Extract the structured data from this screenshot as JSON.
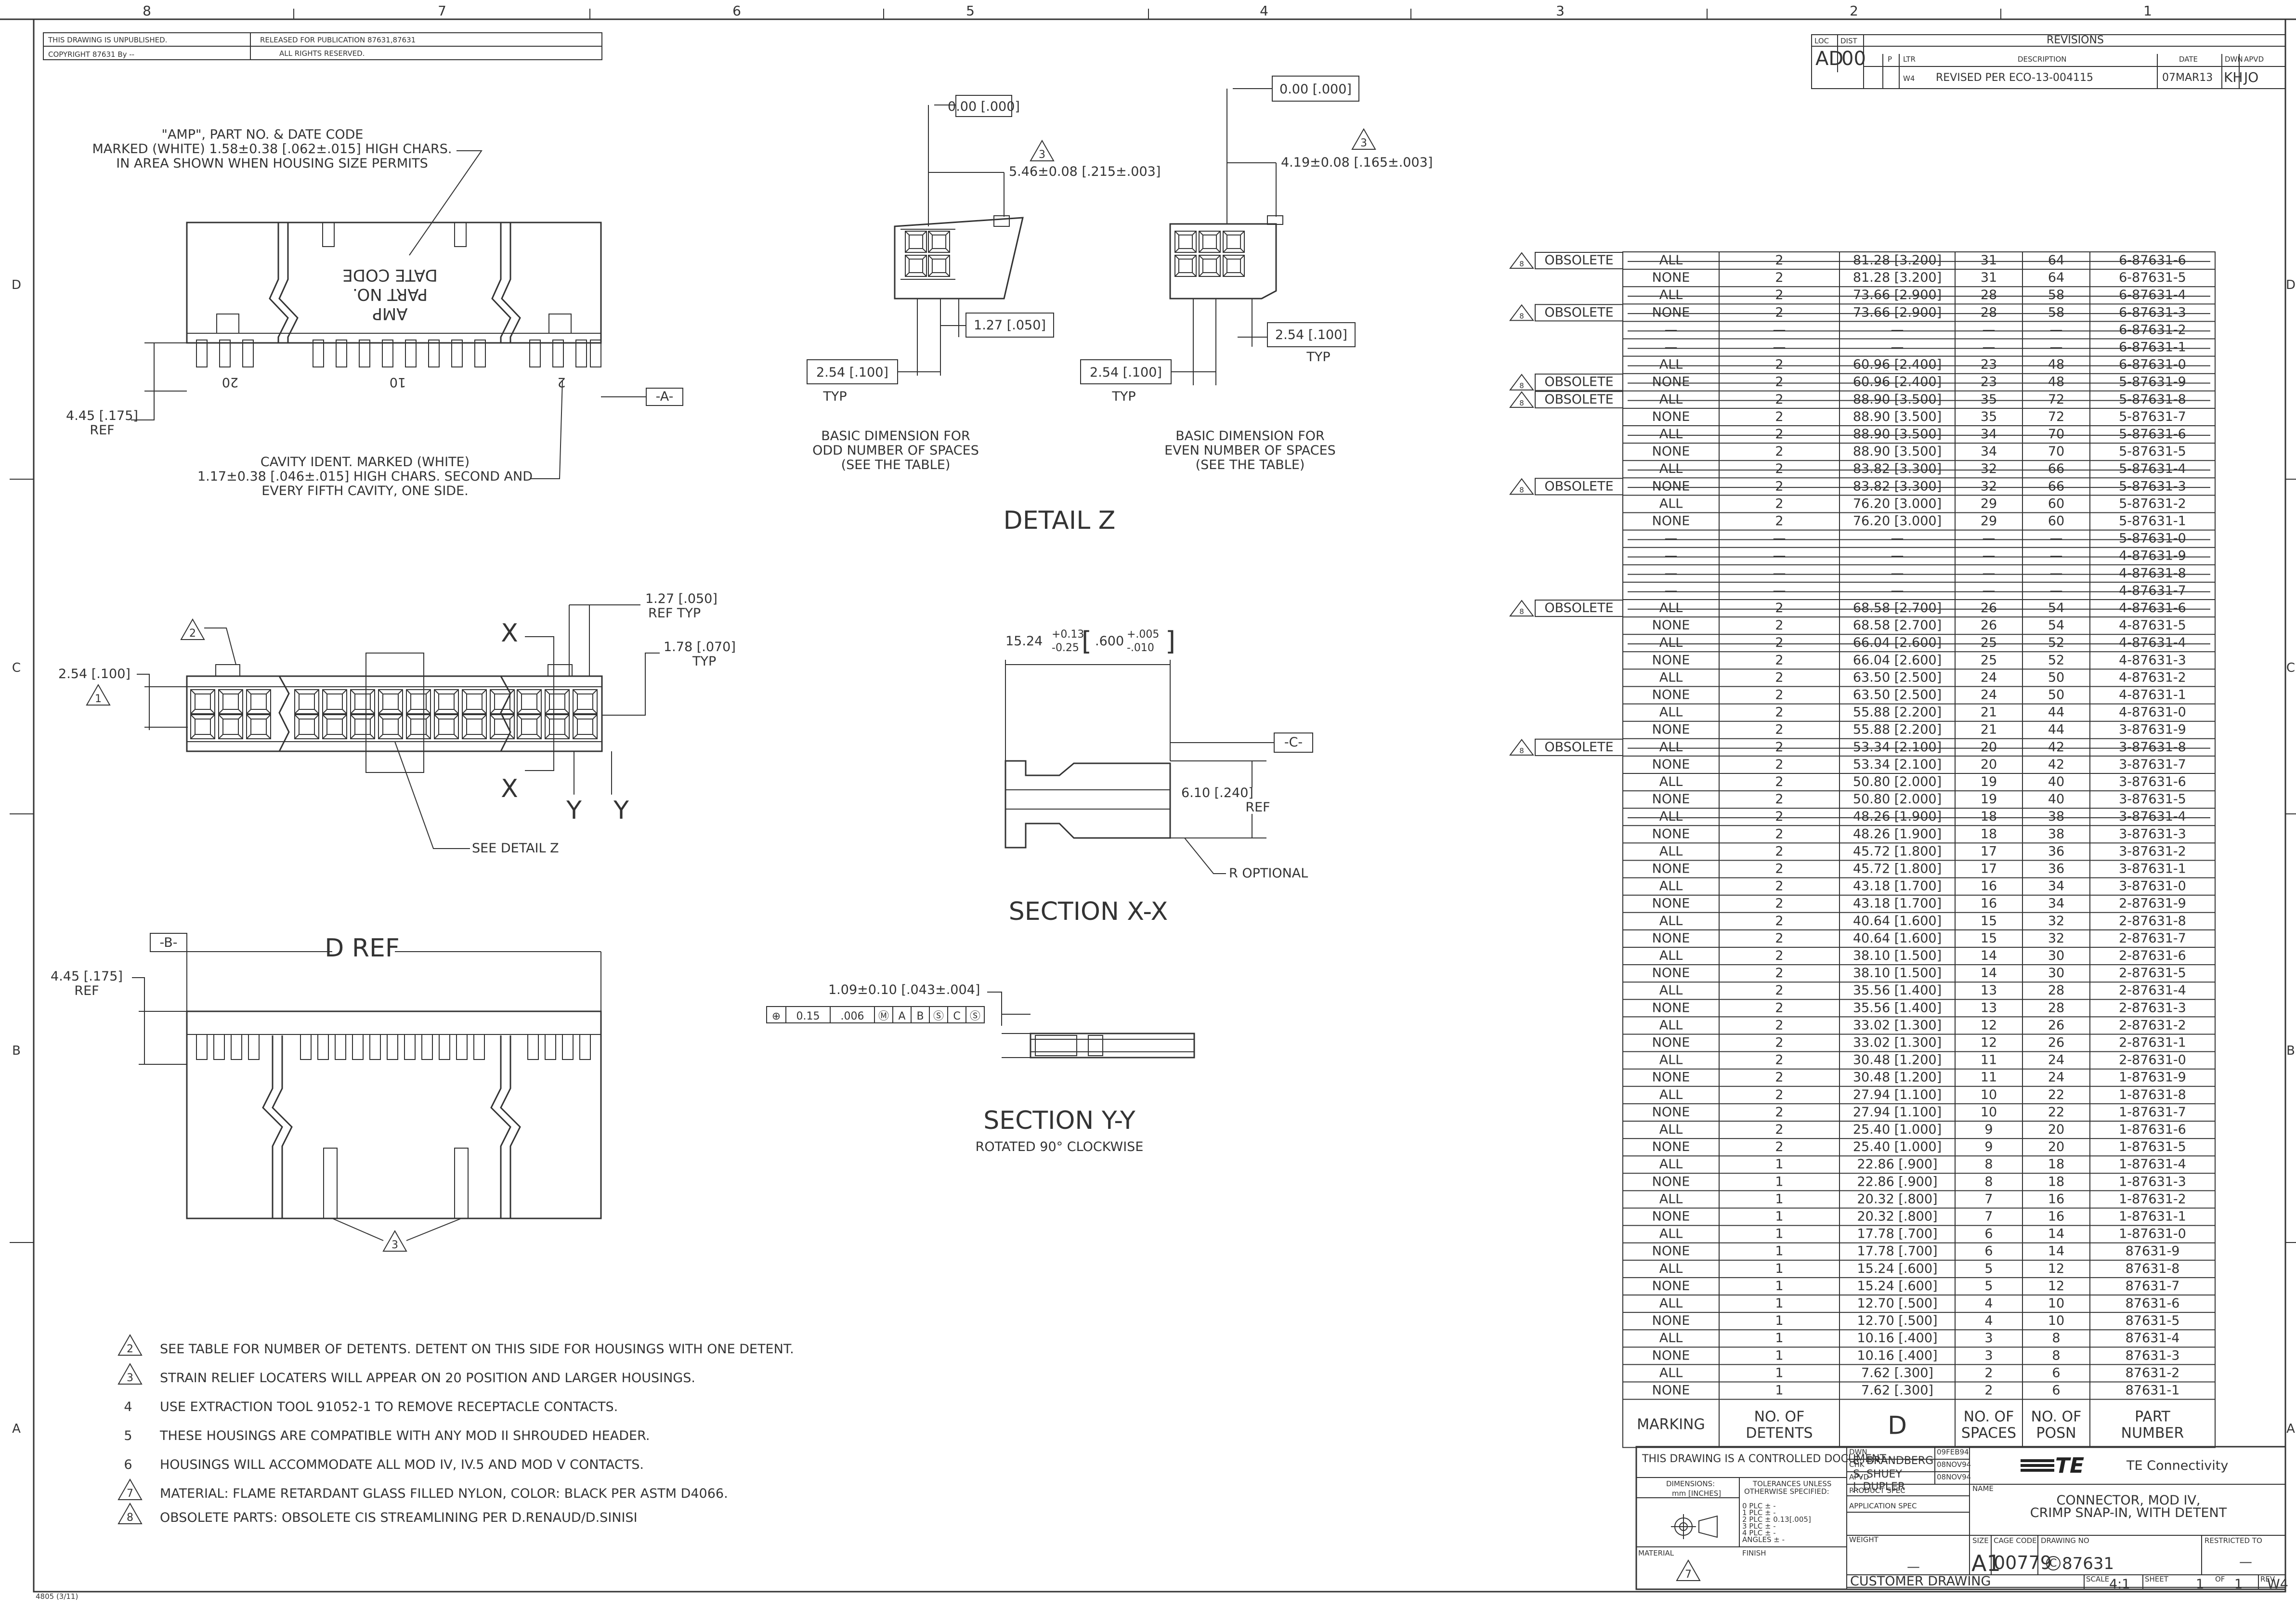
{
  "border": {
    "top_zones": [
      "8",
      "7",
      "6",
      "5",
      "4",
      "3",
      "2",
      "1"
    ],
    "side_zones": [
      "D",
      "C",
      "B",
      "A"
    ]
  },
  "header": {
    "unpublished": "THIS DRAWING IS UNPUBLISHED.",
    "copyright": "COPYRIGHT 87631 By --",
    "released": "RELEASED FOR PUBLICATION 87631,87631",
    "rights": "ALL RIGHTS RESERVED."
  },
  "revisions": {
    "title": "REVISIONS",
    "loc_label": "LOC",
    "dist_label": "DIST",
    "loc": "AD",
    "dist": "00",
    "col_p": "P",
    "col_ltr": "LTR",
    "col_desc": "DESCRIPTION",
    "col_date": "DATE",
    "col_dwn": "DWN",
    "col_apvd": "APVD",
    "ltr": "W4",
    "desc": "REVISED PER ECO-13-004115",
    "date": "07MAR13",
    "dwn": "KH",
    "apvd": "JO"
  },
  "top_view": {
    "note": [
      "\"AMP\", PART NO. & DATE CODE",
      "MARKED (WHITE) 1.58±0.38 [.062±.015] HIGH CHARS.",
      "IN AREA SHOWN WHEN HOUSING SIZE PERMITS"
    ],
    "marking": [
      "AMP",
      "PART NO.",
      "DATE CODE"
    ],
    "cavity_nums": [
      "20",
      "10",
      "2"
    ],
    "datum_a": "-A-",
    "height_dim": [
      "4.45 [.175]",
      "REF"
    ],
    "cavity_note": [
      "CAVITY IDENT. MARKED (WHITE)",
      "1.17±0.38 [.046±.015] HIGH CHARS. SECOND AND",
      "EVERY FIFTH CAVITY, ONE SIDE."
    ]
  },
  "detail_z": {
    "odd_flat": "0.00 [.000]",
    "odd_dim": "5.46±0.08 [.215±.003]",
    "odd_width": "1.27 [.050]",
    "odd_pitch": "2.54 [.100]",
    "odd_typ": "TYP",
    "even_flat": "0.00 [.000]",
    "even_dim": "4.19±0.08 [.165±.003]",
    "even_pitch2": "2.54 [.100]",
    "even_typ2": "TYP",
    "even_pitch": "2.54 [.100]",
    "even_typ": "TYP",
    "flag3": "3",
    "odd_caption": [
      "BASIC DIMENSION FOR",
      "ODD NUMBER OF SPACES",
      "(SEE THE TABLE)"
    ],
    "even_caption": [
      "BASIC DIMENSION FOR",
      "EVEN NUMBER OF SPACES",
      "(SEE THE TABLE)"
    ],
    "title": "DETAIL Z"
  },
  "front_view": {
    "flag2": "2",
    "flag1": "1",
    "pitch": "2.54 [.100]",
    "dim1": [
      "1.27 [.050]",
      "REF TYP"
    ],
    "dim2": [
      "1.78 [.070]",
      "TYP"
    ],
    "x": "X",
    "y": "Y",
    "see_detail": "SEE DETAIL Z"
  },
  "section_xx": {
    "width_main": "15.24",
    "tol_up": "+0.13",
    "tol_dn": "-0.25",
    "inch_main": ".600",
    "inch_up": "+.005",
    "inch_dn": "-.010",
    "datum_c": "-C-",
    "height": [
      "6.10 [.240]",
      "REF"
    ],
    "r_note": "R OPTIONAL",
    "title": "SECTION X-X"
  },
  "section_yy": {
    "dim": "1.09±0.10 [.043±.004]",
    "fcf": [
      "⊕",
      "0.15",
      ".006",
      "Ⓜ",
      "A",
      "B",
      "Ⓢ",
      "C",
      "Ⓢ"
    ],
    "title": "SECTION Y-Y",
    "subtitle": "ROTATED 90° CLOCKWISE"
  },
  "side_view": {
    "datum_b": "-B-",
    "d_ref": "D REF",
    "height": [
      "4.45 [.175]",
      "REF"
    ],
    "flag3": "3"
  },
  "notes": [
    {
      "num": "2",
      "flag": true,
      "text": "SEE TABLE FOR NUMBER OF DETENTS. DETENT ON THIS SIDE FOR HOUSINGS WITH ONE DETENT."
    },
    {
      "num": "3",
      "flag": true,
      "text": "STRAIN RELIEF LOCATERS WILL APPEAR ON 20 POSITION AND LARGER HOUSINGS."
    },
    {
      "num": "4",
      "flag": false,
      "text": "USE EXTRACTION TOOL 91052-1 TO REMOVE RECEPTACLE CONTACTS."
    },
    {
      "num": "5",
      "flag": false,
      "text": "THESE HOUSINGS ARE COMPATIBLE WITH ANY MOD II SHROUDED HEADER."
    },
    {
      "num": "6",
      "flag": false,
      "text": "HOUSINGS WILL ACCOMMODATE ALL MOD IV, IV.5 AND MOD V CONTACTS."
    },
    {
      "num": "7",
      "flag": true,
      "text": "MATERIAL: FLAME RETARDANT GLASS FILLED NYLON, COLOR: BLACK PER ASTM D4066."
    },
    {
      "num": "8",
      "flag": true,
      "text": "OBSOLETE PARTS: OBSOLETE CIS STREAMLINING PER D.RENAUD/D.SINISI"
    }
  ],
  "table": {
    "obsolete_label": "OBSOLETE",
    "obsolete_flag": "8",
    "headers": {
      "marking": "MARKING",
      "detents": [
        "NO. OF",
        "DETENTS"
      ],
      "d": "D",
      "spaces": [
        "NO. OF",
        "SPACES"
      ],
      "posn": [
        "NO. OF",
        "POSN"
      ],
      "part": [
        "PART",
        "NUMBER"
      ]
    },
    "rows": [
      {
        "o": true,
        "st": true,
        "m": "ALL",
        "d": "2",
        "dim": "81.28 [3.200]",
        "s": "31",
        "p": "64",
        "pn": "6-87631-6"
      },
      {
        "o": false,
        "st": false,
        "m": "NONE",
        "d": "2",
        "dim": "81.28 [3.200]",
        "s": "31",
        "p": "64",
        "pn": "6-87631-5"
      },
      {
        "o": false,
        "st": true,
        "m": "ALL",
        "d": "2",
        "dim": "73.66 [2.900]",
        "s": "28",
        "p": "58",
        "pn": "6-87631-4"
      },
      {
        "o": true,
        "st": true,
        "m": "NONE",
        "d": "2",
        "dim": "73.66 [2.900]",
        "s": "28",
        "p": "58",
        "pn": "6-87631-3"
      },
      {
        "o": false,
        "st": true,
        "m": "—",
        "d": "—",
        "dim": "—",
        "s": "—",
        "p": "—",
        "pn": "6-87631-2"
      },
      {
        "o": false,
        "st": true,
        "m": "—",
        "d": "—",
        "dim": "—",
        "s": "—",
        "p": "—",
        "pn": "6-87631-1"
      },
      {
        "o": false,
        "st": true,
        "m": "ALL",
        "d": "2",
        "dim": "60.96 [2.400]",
        "s": "23",
        "p": "48",
        "pn": "6-87631-0"
      },
      {
        "o": true,
        "st": true,
        "m": "NONE",
        "d": "2",
        "dim": "60.96 [2.400]",
        "s": "23",
        "p": "48",
        "pn": "5-87631-9"
      },
      {
        "o": true,
        "st": true,
        "m": "ALL",
        "d": "2",
        "dim": "88.90 [3.500]",
        "s": "35",
        "p": "72",
        "pn": "5-87631-8"
      },
      {
        "o": false,
        "st": false,
        "m": "NONE",
        "d": "2",
        "dim": "88.90 [3.500]",
        "s": "35",
        "p": "72",
        "pn": "5-87631-7"
      },
      {
        "o": false,
        "st": true,
        "m": "ALL",
        "d": "2",
        "dim": "88.90 [3.500]",
        "s": "34",
        "p": "70",
        "pn": "5-87631-6"
      },
      {
        "o": false,
        "st": false,
        "m": "NONE",
        "d": "2",
        "dim": "88.90 [3.500]",
        "s": "34",
        "p": "70",
        "pn": "5-87631-5"
      },
      {
        "o": false,
        "st": true,
        "m": "ALL",
        "d": "2",
        "dim": "83.82 [3.300]",
        "s": "32",
        "p": "66",
        "pn": "5-87631-4"
      },
      {
        "o": true,
        "st": true,
        "m": "NONE",
        "d": "2",
        "dim": "83.82 [3.300]",
        "s": "32",
        "p": "66",
        "pn": "5-87631-3"
      },
      {
        "o": false,
        "st": false,
        "m": "ALL",
        "d": "2",
        "dim": "76.20 [3.000]",
        "s": "29",
        "p": "60",
        "pn": "5-87631-2"
      },
      {
        "o": false,
        "st": false,
        "m": "NONE",
        "d": "2",
        "dim": "76.20 [3.000]",
        "s": "29",
        "p": "60",
        "pn": "5-87631-1"
      },
      {
        "o": false,
        "st": true,
        "m": "—",
        "d": "—",
        "dim": "—",
        "s": "—",
        "p": "—",
        "pn": "5-87631-0"
      },
      {
        "o": false,
        "st": true,
        "m": "—",
        "d": "—",
        "dim": "—",
        "s": "—",
        "p": "—",
        "pn": "4-87631-9"
      },
      {
        "o": false,
        "st": true,
        "m": "—",
        "d": "—",
        "dim": "—",
        "s": "—",
        "p": "—",
        "pn": "4-87631-8"
      },
      {
        "o": false,
        "st": true,
        "m": "—",
        "d": "—",
        "dim": "—",
        "s": "—",
        "p": "—",
        "pn": "4-87631-7"
      },
      {
        "o": true,
        "st": true,
        "m": "ALL",
        "d": "2",
        "dim": "68.58 [2.700]",
        "s": "26",
        "p": "54",
        "pn": "4-87631-6"
      },
      {
        "o": false,
        "st": false,
        "m": "NONE",
        "d": "2",
        "dim": "68.58 [2.700]",
        "s": "26",
        "p": "54",
        "pn": "4-87631-5"
      },
      {
        "o": false,
        "st": true,
        "m": "ALL",
        "d": "2",
        "dim": "66.04 [2.600]",
        "s": "25",
        "p": "52",
        "pn": "4-87631-4"
      },
      {
        "o": false,
        "st": false,
        "m": "NONE",
        "d": "2",
        "dim": "66.04 [2.600]",
        "s": "25",
        "p": "52",
        "pn": "4-87631-3"
      },
      {
        "o": false,
        "st": false,
        "m": "ALL",
        "d": "2",
        "dim": "63.50 [2.500]",
        "s": "24",
        "p": "50",
        "pn": "4-87631-2"
      },
      {
        "o": false,
        "st": false,
        "m": "NONE",
        "d": "2",
        "dim": "63.50 [2.500]",
        "s": "24",
        "p": "50",
        "pn": "4-87631-1"
      },
      {
        "o": false,
        "st": false,
        "m": "ALL",
        "d": "2",
        "dim": "55.88 [2.200]",
        "s": "21",
        "p": "44",
        "pn": "4-87631-0"
      },
      {
        "o": false,
        "st": false,
        "m": "NONE",
        "d": "2",
        "dim": "55.88 [2.200]",
        "s": "21",
        "p": "44",
        "pn": "3-87631-9"
      },
      {
        "o": true,
        "st": true,
        "m": "ALL",
        "d": "2",
        "dim": "53.34 [2.100]",
        "s": "20",
        "p": "42",
        "pn": "3-87631-8"
      },
      {
        "o": false,
        "st": false,
        "m": "NONE",
        "d": "2",
        "dim": "53.34 [2.100]",
        "s": "20",
        "p": "42",
        "pn": "3-87631-7"
      },
      {
        "o": false,
        "st": false,
        "m": "ALL",
        "d": "2",
        "dim": "50.80 [2.000]",
        "s": "19",
        "p": "40",
        "pn": "3-87631-6"
      },
      {
        "o": false,
        "st": false,
        "m": "NONE",
        "d": "2",
        "dim": "50.80 [2.000]",
        "s": "19",
        "p": "40",
        "pn": "3-87631-5"
      },
      {
        "o": false,
        "st": true,
        "m": "ALL",
        "d": "2",
        "dim": "48.26 [1.900]",
        "s": "18",
        "p": "38",
        "pn": "3-87631-4"
      },
      {
        "o": false,
        "st": false,
        "m": "NONE",
        "d": "2",
        "dim": "48.26 [1.900]",
        "s": "18",
        "p": "38",
        "pn": "3-87631-3"
      },
      {
        "o": false,
        "st": false,
        "m": "ALL",
        "d": "2",
        "dim": "45.72 [1.800]",
        "s": "17",
        "p": "36",
        "pn": "3-87631-2"
      },
      {
        "o": false,
        "st": false,
        "m": "NONE",
        "d": "2",
        "dim": "45.72 [1.800]",
        "s": "17",
        "p": "36",
        "pn": "3-87631-1"
      },
      {
        "o": false,
        "st": false,
        "m": "ALL",
        "d": "2",
        "dim": "43.18 [1.700]",
        "s": "16",
        "p": "34",
        "pn": "3-87631-0"
      },
      {
        "o": false,
        "st": false,
        "m": "NONE",
        "d": "2",
        "dim": "43.18 [1.700]",
        "s": "16",
        "p": "34",
        "pn": "2-87631-9"
      },
      {
        "o": false,
        "st": false,
        "m": "ALL",
        "d": "2",
        "dim": "40.64 [1.600]",
        "s": "15",
        "p": "32",
        "pn": "2-87631-8"
      },
      {
        "o": false,
        "st": false,
        "m": "NONE",
        "d": "2",
        "dim": "40.64 [1.600]",
        "s": "15",
        "p": "32",
        "pn": "2-87631-7"
      },
      {
        "o": false,
        "st": false,
        "m": "ALL",
        "d": "2",
        "dim": "38.10 [1.500]",
        "s": "14",
        "p": "30",
        "pn": "2-87631-6"
      },
      {
        "o": false,
        "st": false,
        "m": "NONE",
        "d": "2",
        "dim": "38.10 [1.500]",
        "s": "14",
        "p": "30",
        "pn": "2-87631-5"
      },
      {
        "o": false,
        "st": false,
        "m": "ALL",
        "d": "2",
        "dim": "35.56 [1.400]",
        "s": "13",
        "p": "28",
        "pn": "2-87631-4"
      },
      {
        "o": false,
        "st": false,
        "m": "NONE",
        "d": "2",
        "dim": "35.56 [1.400]",
        "s": "13",
        "p": "28",
        "pn": "2-87631-3"
      },
      {
        "o": false,
        "st": false,
        "m": "ALL",
        "d": "2",
        "dim": "33.02 [1.300]",
        "s": "12",
        "p": "26",
        "pn": "2-87631-2"
      },
      {
        "o": false,
        "st": false,
        "m": "NONE",
        "d": "2",
        "dim": "33.02 [1.300]",
        "s": "12",
        "p": "26",
        "pn": "2-87631-1"
      },
      {
        "o": false,
        "st": false,
        "m": "ALL",
        "d": "2",
        "dim": "30.48 [1.200]",
        "s": "11",
        "p": "24",
        "pn": "2-87631-0"
      },
      {
        "o": false,
        "st": false,
        "m": "NONE",
        "d": "2",
        "dim": "30.48 [1.200]",
        "s": "11",
        "p": "24",
        "pn": "1-87631-9"
      },
      {
        "o": false,
        "st": false,
        "m": "ALL",
        "d": "2",
        "dim": "27.94 [1.100]",
        "s": "10",
        "p": "22",
        "pn": "1-87631-8"
      },
      {
        "o": false,
        "st": false,
        "m": "NONE",
        "d": "2",
        "dim": "27.94 [1.100]",
        "s": "10",
        "p": "22",
        "pn": "1-87631-7"
      },
      {
        "o": false,
        "st": false,
        "m": "ALL",
        "d": "2",
        "dim": "25.40 [1.000]",
        "s": "9",
        "p": "20",
        "pn": "1-87631-6"
      },
      {
        "o": false,
        "st": false,
        "m": "NONE",
        "d": "2",
        "dim": "25.40 [1.000]",
        "s": "9",
        "p": "20",
        "pn": "1-87631-5"
      },
      {
        "o": false,
        "st": false,
        "m": "ALL",
        "d": "1",
        "dim": "22.86 [.900]",
        "s": "8",
        "p": "18",
        "pn": "1-87631-4"
      },
      {
        "o": false,
        "st": false,
        "m": "NONE",
        "d": "1",
        "dim": "22.86 [.900]",
        "s": "8",
        "p": "18",
        "pn": "1-87631-3"
      },
      {
        "o": false,
        "st": false,
        "m": "ALL",
        "d": "1",
        "dim": "20.32 [.800]",
        "s": "7",
        "p": "16",
        "pn": "1-87631-2"
      },
      {
        "o": false,
        "st": false,
        "m": "NONE",
        "d": "1",
        "dim": "20.32 [.800]",
        "s": "7",
        "p": "16",
        "pn": "1-87631-1"
      },
      {
        "o": false,
        "st": false,
        "m": "ALL",
        "d": "1",
        "dim": "17.78 [.700]",
        "s": "6",
        "p": "14",
        "pn": "1-87631-0"
      },
      {
        "o": false,
        "st": false,
        "m": "NONE",
        "d": "1",
        "dim": "17.78 [.700]",
        "s": "6",
        "p": "14",
        "pn": "87631-9"
      },
      {
        "o": false,
        "st": false,
        "m": "ALL",
        "d": "1",
        "dim": "15.24 [.600]",
        "s": "5",
        "p": "12",
        "pn": "87631-8"
      },
      {
        "o": false,
        "st": false,
        "m": "NONE",
        "d": "1",
        "dim": "15.24 [.600]",
        "s": "5",
        "p": "12",
        "pn": "87631-7"
      },
      {
        "o": false,
        "st": false,
        "m": "ALL",
        "d": "1",
        "dim": "12.70 [.500]",
        "s": "4",
        "p": "10",
        "pn": "87631-6"
      },
      {
        "o": false,
        "st": false,
        "m": "NONE",
        "d": "1",
        "dim": "12.70 [.500]",
        "s": "4",
        "p": "10",
        "pn": "87631-5"
      },
      {
        "o": false,
        "st": false,
        "m": "ALL",
        "d": "1",
        "dim": "10.16 [.400]",
        "s": "3",
        "p": "8",
        "pn": "87631-4"
      },
      {
        "o": false,
        "st": false,
        "m": "NONE",
        "d": "1",
        "dim": "10.16 [.400]",
        "s": "3",
        "p": "8",
        "pn": "87631-3"
      },
      {
        "o": false,
        "st": false,
        "m": "ALL",
        "d": "1",
        "dim": "7.62 [.300]",
        "s": "2",
        "p": "6",
        "pn": "87631-2"
      },
      {
        "o": false,
        "st": false,
        "m": "NONE",
        "d": "1",
        "dim": "7.62 [.300]",
        "s": "2",
        "p": "6",
        "pn": "87631-1"
      }
    ]
  },
  "title_block": {
    "controlled": "THIS DRAWING IS A CONTROLLED DOCUMENT.",
    "dwn_label": "DWN",
    "dwn_name": "E. BRANDBERG",
    "dwn_date": "09FEB94",
    "chk_label": "CHK",
    "chk_name": "S. SHUEY",
    "chk_date": "08NOV94",
    "apvd_label": "APVD",
    "apvd_name": "J. DUPLER",
    "apvd_date": "08NOV94",
    "product_spec": "PRODUCT SPEC",
    "application_spec": "APPLICATION SPEC",
    "weight_label": "WEIGHT",
    "weight": "—",
    "dimensions_label": "DIMENSIONS:",
    "units": "mm [INCHES]",
    "tolerances": [
      "TOLERANCES UNLESS",
      "OTHERWISE SPECIFIED:"
    ],
    "tol_lines": [
      "0 PLC ± -",
      "1 PLC ± -",
      "2 PLC ± 0.13[.005]",
      "3 PLC ± -",
      "4 PLC ± -",
      "ANGLES ± -"
    ],
    "material_label": "MATERIAL",
    "material_flag": "7",
    "finish_label": "FINISH",
    "company": "TE Connectivity",
    "logo": "TE",
    "name_label": "NAME",
    "name": [
      "CONNECTOR, MOD IV,",
      "CRIMP SNAP-IN, WITH DETENT"
    ],
    "size_label": "SIZE",
    "size": "A1",
    "cage_label": "CAGE CODE",
    "cage": "00779",
    "dwg_label": "DRAWING NO",
    "dwg": "87631",
    "restricted_label": "RESTRICTED TO",
    "restricted": "—",
    "customer_drawing": "CUSTOMER DRAWING",
    "scale_label": "SCALE",
    "scale": "4:1",
    "sheet_label": "SHEET",
    "sheet": "1",
    "of_label": "OF",
    "sheet_total": "1",
    "rev_label": "REV",
    "rev": "W4"
  },
  "form": "4805 (3/11)"
}
